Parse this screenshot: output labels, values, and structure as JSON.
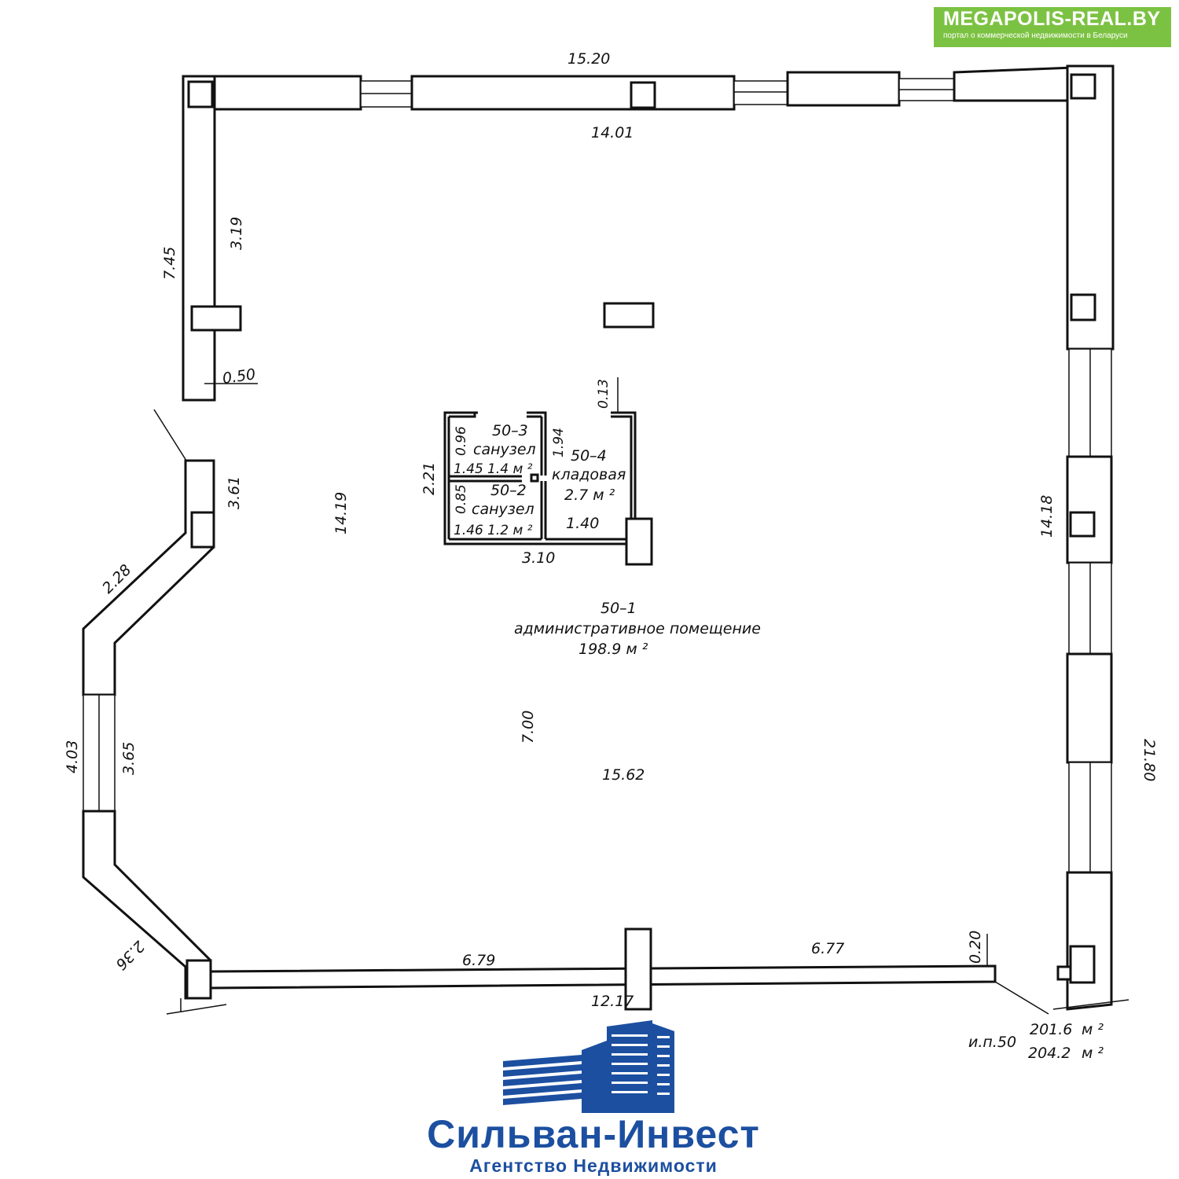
{
  "badge": {
    "title": "MEGAPOLIS-REAL.BY",
    "subtitle": "портал о коммерческой недвижимости в Беларуси",
    "color": "#7cc242"
  },
  "logo": {
    "name": "Сильван-Инвест",
    "subtitle": "Агентство Недвижимости",
    "color": "#1c4fa0"
  },
  "rooms": {
    "main": {
      "id": "50–1",
      "name": "административное помещение",
      "area": "198.9 м ²"
    },
    "wc1": {
      "id": "50–3",
      "name": "санузел",
      "area": "1.4 м ²"
    },
    "wc2": {
      "id": "50–2",
      "name": "санузел",
      "area": "1.2 м ²"
    },
    "storage": {
      "id": "50–4",
      "name": "кладовая",
      "area": "2.7 м ²"
    }
  },
  "dimensions": {
    "top_outer": "15.20",
    "top_inner": "14.01",
    "left_outer": "7.45",
    "left_inner": "3.19",
    "left_wall": "0.50",
    "left_mid_outer": "3.61",
    "diag_upper": "2.28",
    "bay_outer": "4.03",
    "bay_inner": "3.65",
    "diag_lower": "2.36",
    "inner_height": "14.19",
    "right_inner": "14.18",
    "right_outer": "21.80",
    "bottom_left": "6.79",
    "bottom_right": "6.77",
    "bottom_outer": "12.17",
    "bottom_wall": "0.20",
    "center_v": "7.00",
    "center_h": "15.62",
    "core_h": "2.21",
    "core_w": "3.10",
    "storage_w": "1.40",
    "storage_h": "1.94",
    "storage_wall": "0.13",
    "wc1_h": "0.96",
    "wc1_w": "1.45",
    "wc2_h": "0.85",
    "wc2_w": "1.46"
  },
  "totals": {
    "code": "и.п.50",
    "area1": "201.6",
    "area2": "204.2",
    "unit": "м ²"
  }
}
